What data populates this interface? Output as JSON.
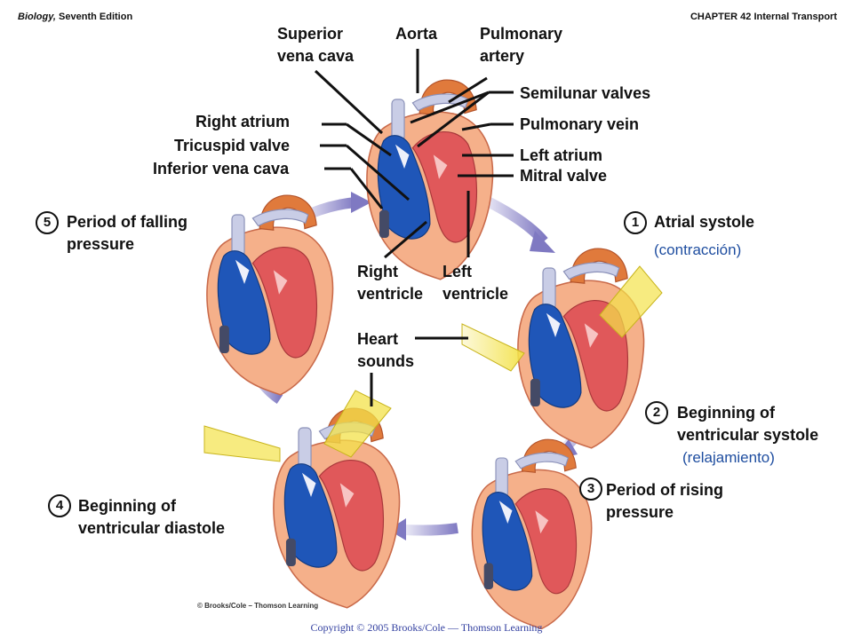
{
  "header": {
    "book_title": "Biology,",
    "edition": "Seventh Edition",
    "chapter": "CHAPTER 42 Internal Transport"
  },
  "labels": {
    "superior_vena_cava": [
      "Superior",
      "vena cava"
    ],
    "aorta": "Aorta",
    "pulmonary_artery": [
      "Pulmonary",
      "artery"
    ],
    "semilunar_valves": "Semilunar valves",
    "pulmonary_vein": "Pulmonary vein",
    "left_atrium": "Left atrium",
    "mitral_valve": "Mitral valve",
    "right_atrium": "Right atrium",
    "tricuspid_valve": "Tricuspid valve",
    "inferior_vena_cava": "Inferior vena cava",
    "right_ventricle": [
      "Right",
      "ventricle"
    ],
    "left_ventricle": [
      "Left",
      "ventricle"
    ],
    "heart_sounds": [
      "Heart",
      "sounds"
    ]
  },
  "phases": [
    {
      "number": "1",
      "lines": [
        "Atrial systole"
      ],
      "note": "(contracción)"
    },
    {
      "number": "2",
      "lines": [
        "Beginning of",
        "ventricular systole"
      ],
      "note": "(relajamiento)"
    },
    {
      "number": "3",
      "lines": [
        "Period of rising",
        "pressure"
      ]
    },
    {
      "number": "4",
      "lines": [
        "Beginning of",
        "ventricular diastole"
      ]
    },
    {
      "number": "5",
      "lines": [
        "Period of falling",
        "pressure"
      ]
    }
  ],
  "credit": "© Brooks/Cole – Thomson Learning",
  "copyright": "Copyright © 2005 Brooks/Cole — Thomson Learning",
  "colors": {
    "blood_deoxygenated": "#1f56b8",
    "blood_oxygenated": "#e0585a",
    "heart_muscle": "#f5b08a",
    "aorta": "#e07a3c",
    "cycle_arrow": "#8a84c8",
    "sound_cone": "#f3e24a",
    "note_text": "#1f4ea0"
  }
}
